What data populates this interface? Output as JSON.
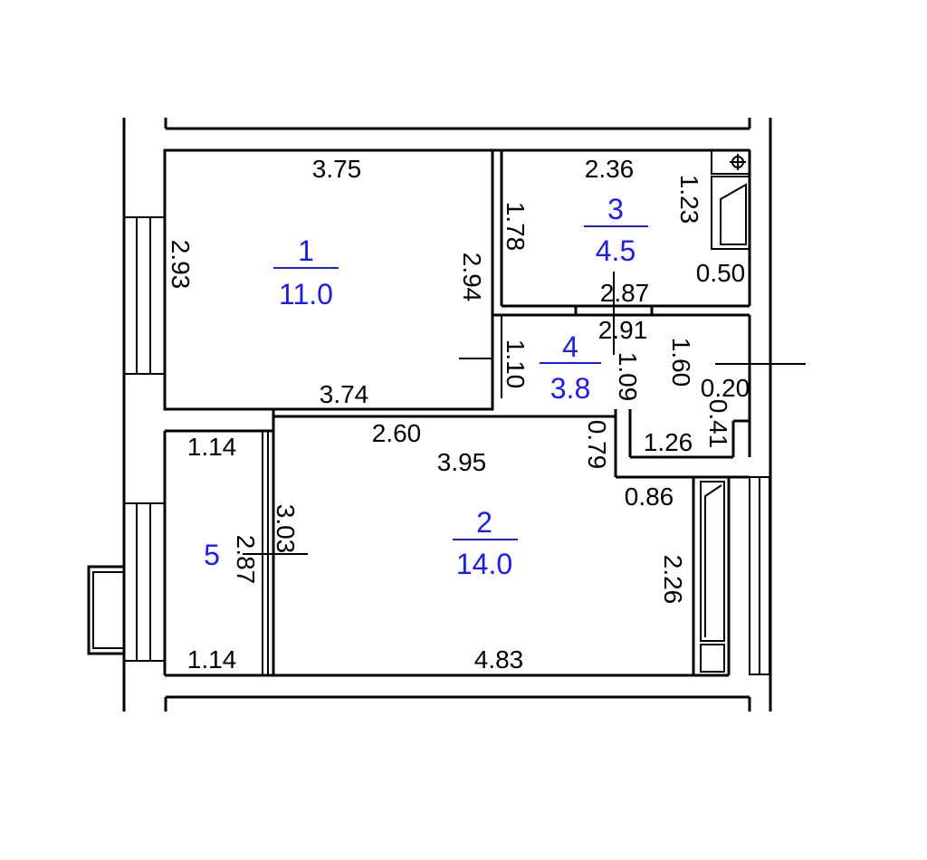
{
  "colors": {
    "room_label": "#1a1aff",
    "lines": "#000000",
    "background": "#ffffff"
  },
  "rooms": [
    {
      "number": "1",
      "area": "11.0"
    },
    {
      "number": "2",
      "area": "14.0"
    },
    {
      "number": "3",
      "area": "4.5"
    },
    {
      "number": "4",
      "area": "3.8"
    },
    {
      "number": "5"
    }
  ],
  "dimensions": {
    "r1_top": "3.75",
    "r1_left": "2.93",
    "r1_right": "2.94",
    "r1_bottom": "3.74",
    "r3_top": "2.36",
    "r3_left": "1.78",
    "r3_bottom": "2.87",
    "r3_fixture_h": "1.23",
    "r3_fixture_w": "0.50",
    "r4_top": "2.91",
    "r4_left": "1.10",
    "r4_right": "1.09",
    "r4_door": "0.79",
    "hall_h": "1.60",
    "hall_small": "0.20",
    "hall_niche": "0.41",
    "hall_w": "1.26",
    "r2_top_a": "2.60",
    "r2_top_b": "3.95",
    "r2_bottom": "4.83",
    "r2_right": "2.26",
    "r2_right_w": "0.86",
    "r2_left": "3.03",
    "r5_top": "1.14",
    "r5_bottom": "1.14",
    "r5_side": "2.87"
  }
}
